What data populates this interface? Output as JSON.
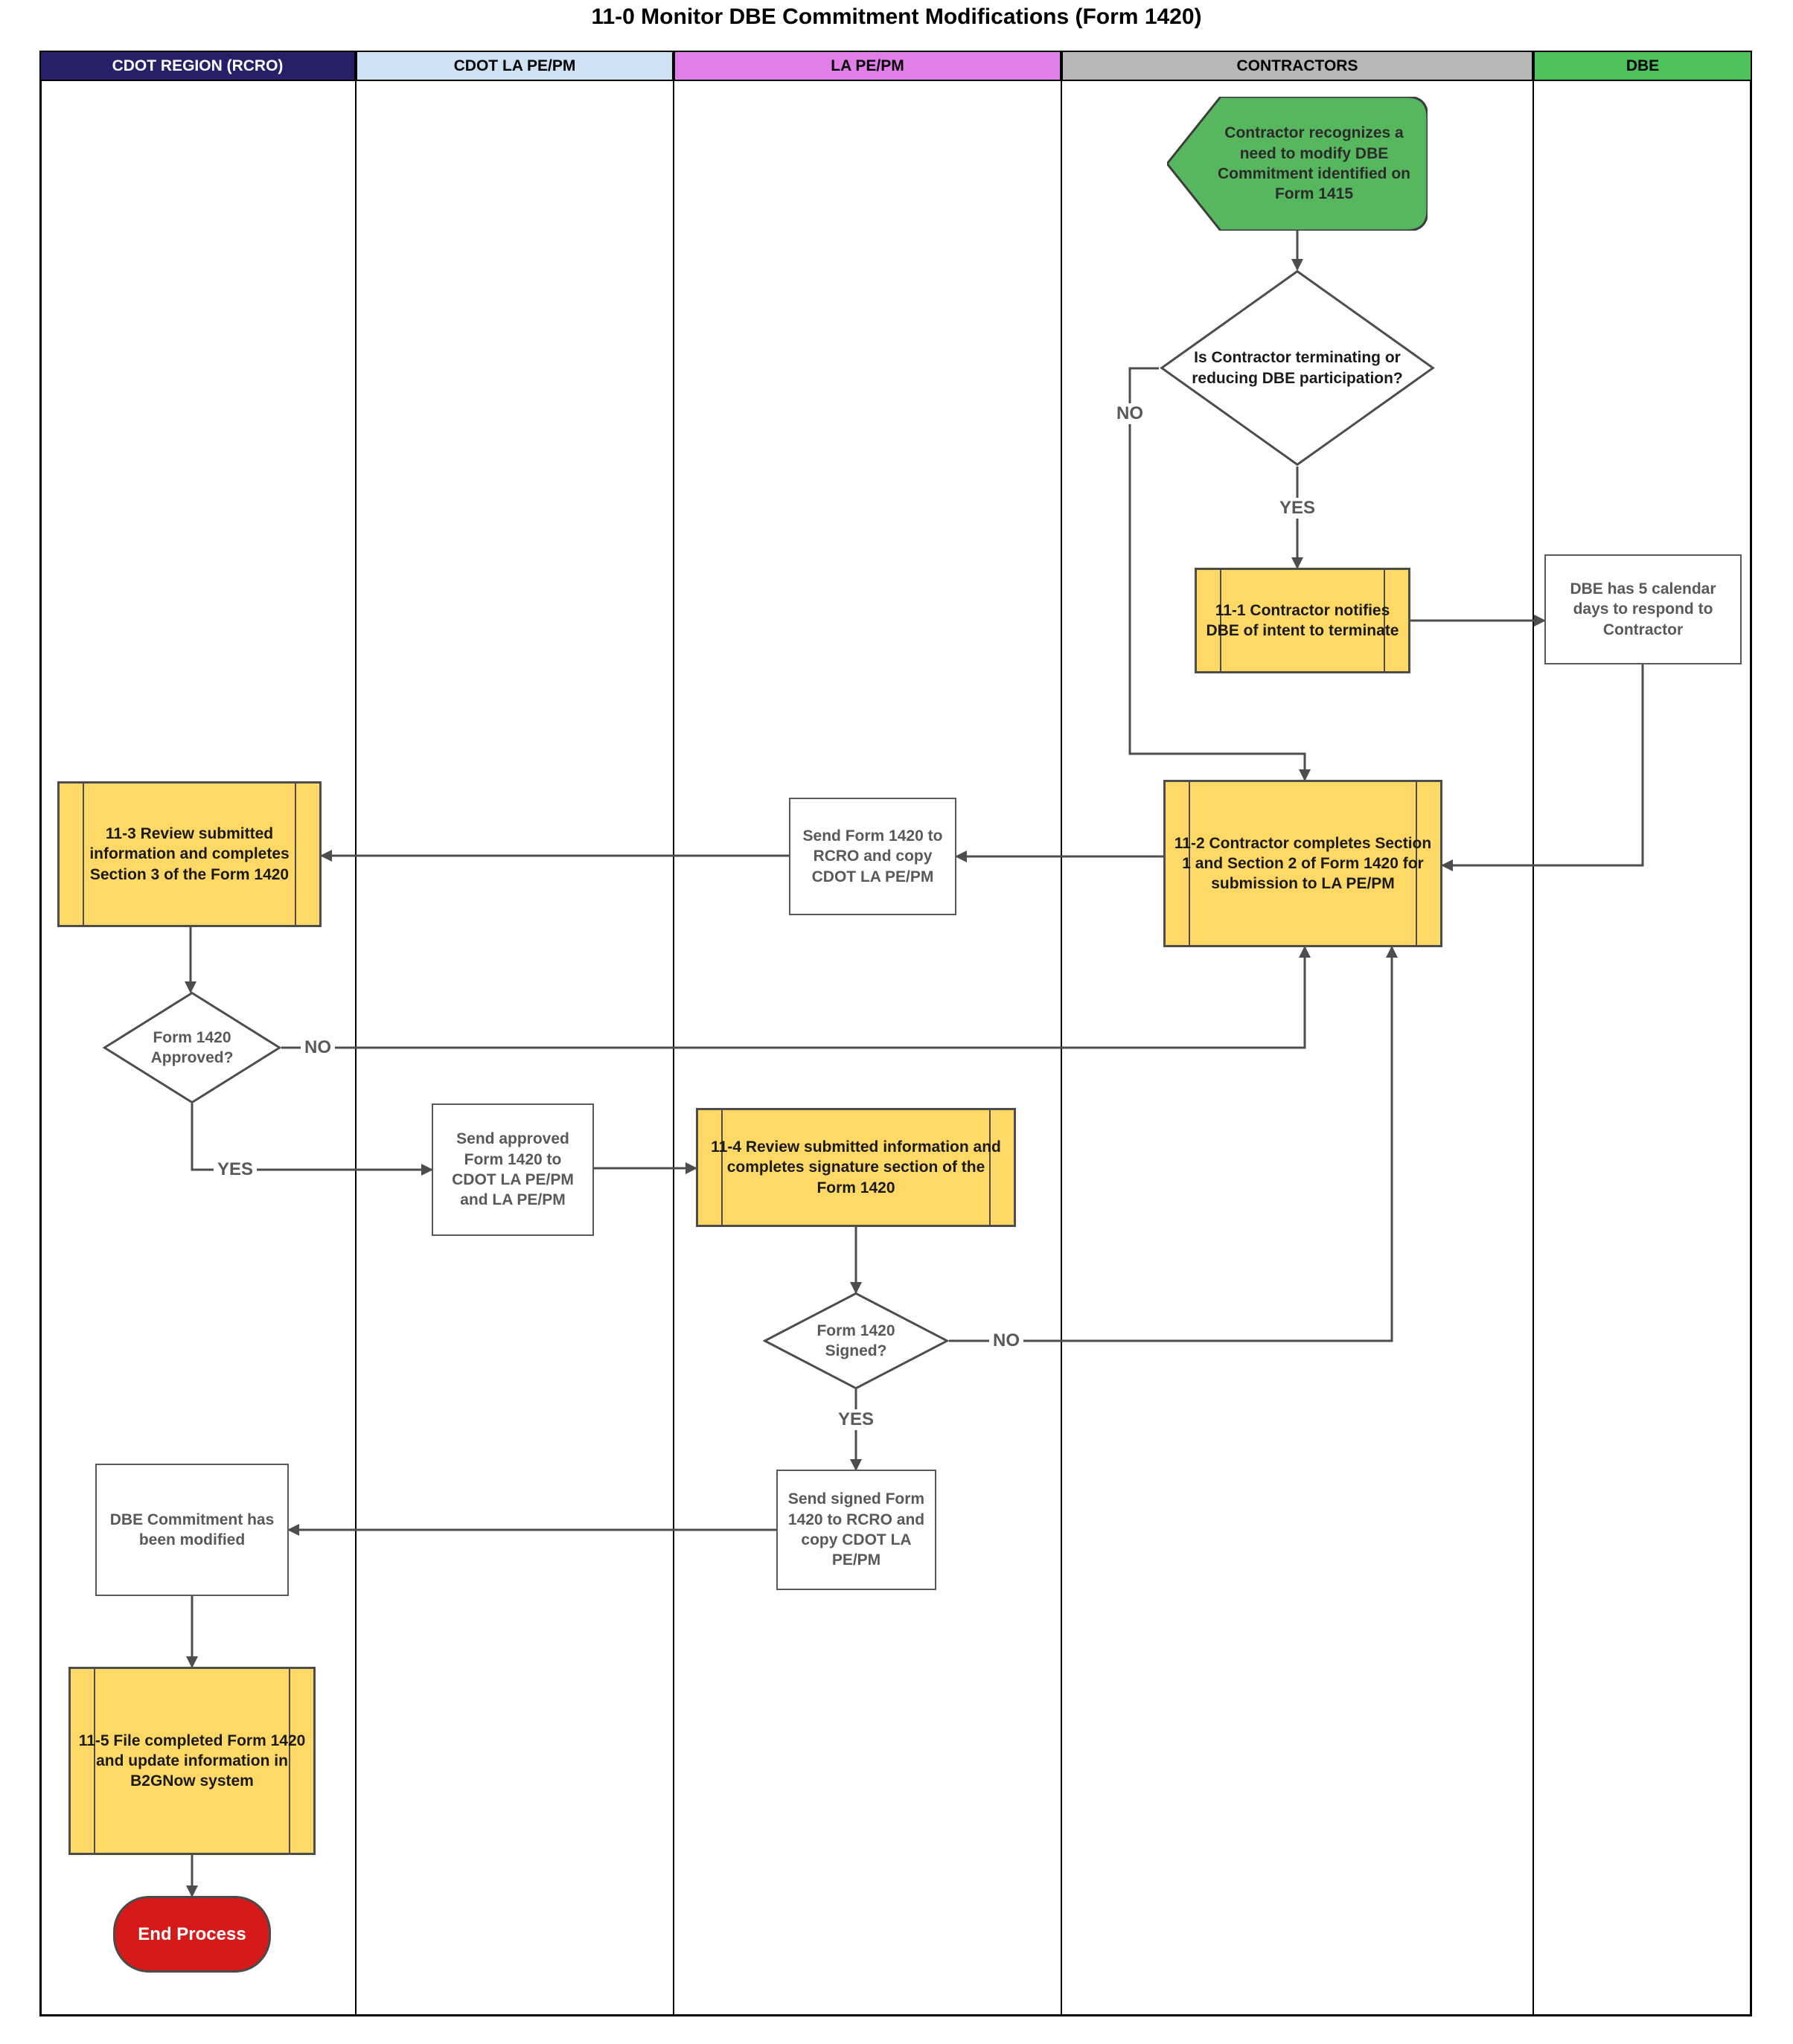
{
  "title": "11-0 Monitor DBE Commitment Modifications (Form 1420)",
  "lanes": [
    {
      "label": "CDOT REGION (RCRO)",
      "color": "#272069",
      "text_color": "#ffffff"
    },
    {
      "label": "CDOT LA PE/PM",
      "color": "#CFE2F3",
      "text_color": "#000000"
    },
    {
      "label": "LA PE/PM",
      "color": "#E27EEA",
      "text_color": "#000000"
    },
    {
      "label": "CONTRACTORS",
      "color": "#B7B7B7",
      "text_color": "#000000"
    },
    {
      "label": "DBE",
      "color": "#4EC15B",
      "text_color": "#000000"
    }
  ],
  "nodes": {
    "start": {
      "type": "start",
      "label": "Contractor recognizes a need to modify DBE Commitment identified on Form 1415"
    },
    "decision_terminating": {
      "type": "decision",
      "label": "Is Contractor terminating or reducing DBE participation?"
    },
    "p11_1": {
      "type": "predefined-process",
      "label": "11-1 Contractor notifies DBE of intent to terminate"
    },
    "dbe_respond": {
      "type": "info",
      "label": "DBE has 5 calendar days to respond to Contractor"
    },
    "p11_2": {
      "type": "predefined-process",
      "label": "11-2 Contractor completes Section 1 and Section 2 of Form 1420 for submission to LA PE/PM"
    },
    "send_rcro": {
      "type": "info",
      "label": "Send Form 1420 to RCRO and copy CDOT LA PE/PM"
    },
    "p11_3": {
      "type": "predefined-process",
      "label": "11-3 Review submitted information and completes Section 3 of the Form 1420"
    },
    "decision_approved": {
      "type": "decision",
      "label": "Form 1420 Approved?"
    },
    "send_approved": {
      "type": "info",
      "label": "Send approved Form 1420 to CDOT LA PE/PM and LA PE/PM"
    },
    "p11_4": {
      "type": "predefined-process",
      "label": "11-4 Review submitted information and completes signature section of the Form 1420"
    },
    "decision_signed": {
      "type": "decision",
      "label": "Form 1420 Signed?"
    },
    "send_signed": {
      "type": "info",
      "label": "Send  signed Form 1420 to RCRO and copy CDOT LA PE/PM"
    },
    "dbe_modified": {
      "type": "info",
      "label": "DBE Commitment has been modified"
    },
    "p11_5": {
      "type": "predefined-process",
      "label": "11-5 File completed Form 1420 and update information in B2GNow system"
    },
    "end": {
      "type": "terminator",
      "label": "End Process"
    }
  },
  "edges": {
    "yes1": "YES",
    "no1": "NO",
    "yes2": "YES",
    "no2": "NO",
    "yes3": "YES",
    "no3": "NO"
  },
  "colors": {
    "process_fill": "#FFD966",
    "process_border": "#4D4D4D",
    "start_fill": "#57B75F",
    "end_fill": "#D61A1A",
    "connector": "#4D4D4D",
    "gray_text": "#595959",
    "frame": "#000000"
  }
}
